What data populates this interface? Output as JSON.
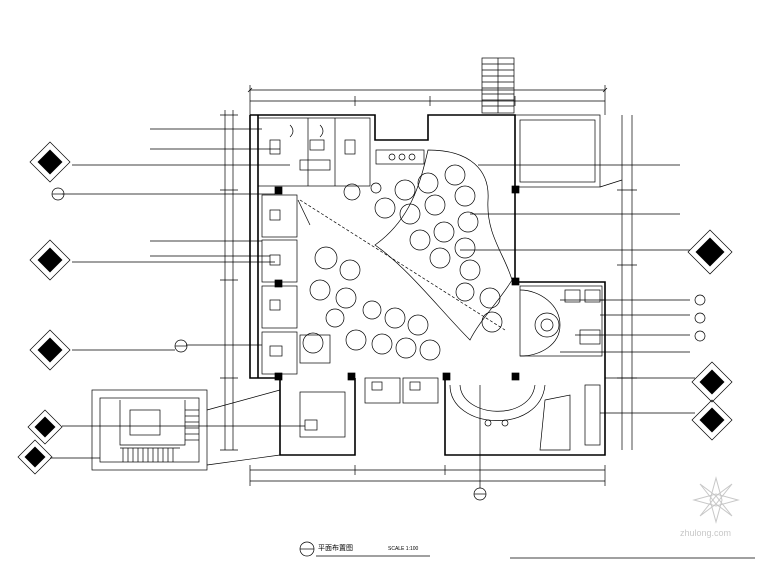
{
  "drawing": {
    "title": "平面布置图",
    "scale": "SCALE 1:100"
  },
  "watermark": {
    "text": "zhulong.com"
  },
  "colors": {
    "ink": "#000000",
    "background": "#ffffff",
    "watermark": "#c8c8c8"
  },
  "icons": [
    "elevation-marker-icon",
    "section-marker-icon",
    "stair-icon",
    "compass-watermark-icon"
  ]
}
